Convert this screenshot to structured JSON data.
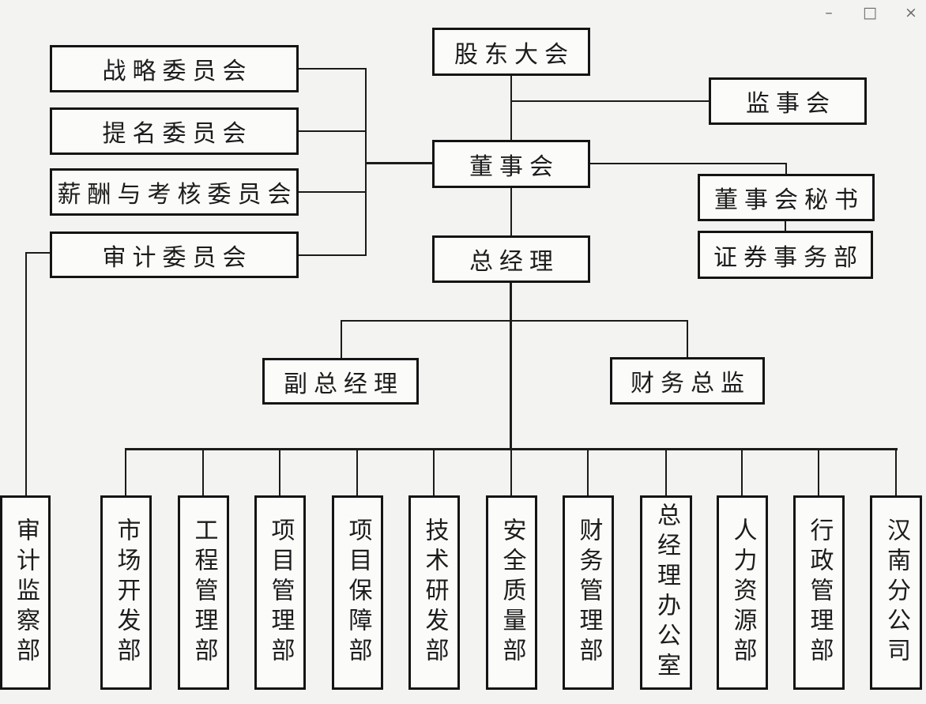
{
  "window": {
    "controls": {
      "minimize": "–",
      "maximize": "□",
      "close": "×"
    }
  },
  "org_chart": {
    "nodes": {
      "shareholders_meeting": "股东大会",
      "supervisory_board": "监事会",
      "board_of_directors": "董事会",
      "board_secretary": "董事会秘书",
      "securities_affairs_dept": "证券事务部",
      "general_manager": "总经理",
      "deputy_general_manager": "副总经理",
      "finance_director": "财务总监"
    },
    "committees": [
      "战略委员会",
      "提名委员会",
      "薪酬与考核委员会",
      "审计委员会"
    ],
    "departments": [
      "审计监察部",
      "市场开发部",
      "工程管理部",
      "项目管理部",
      "项目保障部",
      "技术研发部",
      "安全质量部",
      "财务管理部",
      "总经理办公室",
      "人力资源部",
      "行政管理部",
      "汉南分公司"
    ],
    "edges": [
      [
        "股东大会",
        "董事会"
      ],
      [
        "股东大会",
        "监事会"
      ],
      [
        "董事会",
        "战略委员会"
      ],
      [
        "董事会",
        "提名委员会"
      ],
      [
        "董事会",
        "薪酬与考核委员会"
      ],
      [
        "董事会",
        "审计委员会"
      ],
      [
        "董事会",
        "董事会秘书"
      ],
      [
        "董事会秘书",
        "证券事务部"
      ],
      [
        "董事会",
        "总经理"
      ],
      [
        "总经理",
        "副总经理"
      ],
      [
        "总经理",
        "财务总监"
      ],
      [
        "审计委员会",
        "审计监察部"
      ],
      [
        "总经理",
        "市场开发部"
      ],
      [
        "总经理",
        "工程管理部"
      ],
      [
        "总经理",
        "项目管理部"
      ],
      [
        "总经理",
        "项目保障部"
      ],
      [
        "总经理",
        "技术研发部"
      ],
      [
        "总经理",
        "安全质量部"
      ],
      [
        "总经理",
        "财务管理部"
      ],
      [
        "总经理",
        "总经理办公室"
      ],
      [
        "总经理",
        "人力资源部"
      ],
      [
        "总经理",
        "行政管理部"
      ],
      [
        "总经理",
        "汉南分公司"
      ]
    ]
  },
  "palette": {
    "background": "#f3f3f1",
    "box_fill": "#fbfbfa",
    "line": "#1b1b1b",
    "window_controls": "#6b6b6b"
  }
}
